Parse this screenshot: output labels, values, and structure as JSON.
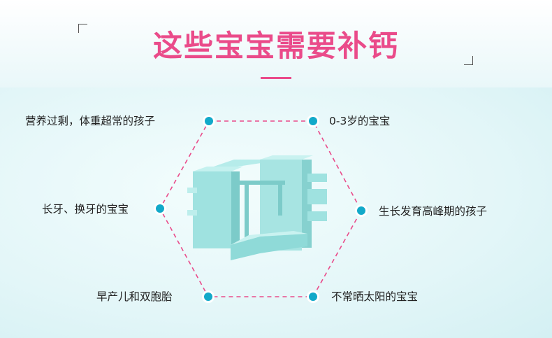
{
  "title": "这些宝宝需要补钙",
  "items": [
    {
      "label": "营养过剩，体重超常的孩子"
    },
    {
      "label": "0-3岁的宝宝"
    },
    {
      "label": "长牙、换牙的宝宝"
    },
    {
      "label": "生长发育高峰期的孩子"
    },
    {
      "label": "早产儿和双胞胎"
    },
    {
      "label": "不常晒太阳的宝宝"
    }
  ],
  "colors": {
    "accent": "#ea4b8a",
    "dot": "#12a9c9",
    "logo": "#8fe0de"
  },
  "logo_icon": "calcium-block-logo"
}
